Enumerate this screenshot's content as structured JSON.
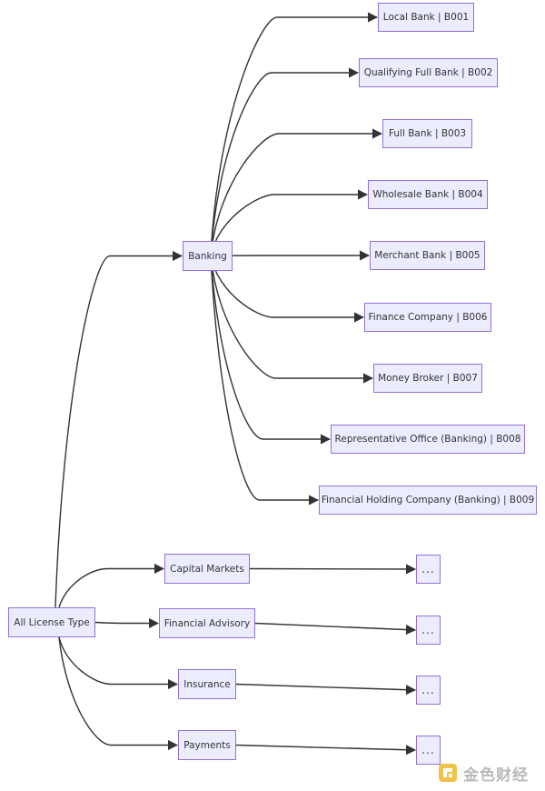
{
  "root": {
    "id": "all",
    "label": "All License Type"
  },
  "categories": [
    {
      "id": "banking",
      "label": "Banking",
      "children": [
        {
          "id": "b001",
          "label": "Local Bank | B001"
        },
        {
          "id": "b002",
          "label": "Qualifying Full Bank |  B002"
        },
        {
          "id": "b003",
          "label": "Full Bank  | B003"
        },
        {
          "id": "b004",
          "label": "Wholesale Bank  | B004"
        },
        {
          "id": "b005",
          "label": "Merchant Bank  | B005"
        },
        {
          "id": "b006",
          "label": "Finance Company  | B006"
        },
        {
          "id": "b007",
          "label": "Money Broker  | B007"
        },
        {
          "id": "b008",
          "label": "Representative Office (Banking)  |  B008"
        },
        {
          "id": "b009",
          "label": "Financial Holding Company (Banking)  | B009"
        }
      ]
    },
    {
      "id": "capital",
      "label": "Capital Markets",
      "children": [
        {
          "id": "cm_more",
          "label": "..."
        }
      ]
    },
    {
      "id": "advisory",
      "label": "Financial Advisory",
      "children": [
        {
          "id": "fa_more",
          "label": "..."
        }
      ]
    },
    {
      "id": "insurance",
      "label": "Insurance",
      "children": [
        {
          "id": "in_more",
          "label": "..."
        }
      ]
    },
    {
      "id": "payments",
      "label": "Payments",
      "children": [
        {
          "id": "pa_more",
          "label": "..."
        }
      ]
    }
  ],
  "watermark": {
    "text": "金色财经",
    "logo": "jinse-logo-icon"
  },
  "colors": {
    "node_fill": "#ececff",
    "node_border": "#9370db",
    "edge": "#333333",
    "text": "#333333"
  }
}
